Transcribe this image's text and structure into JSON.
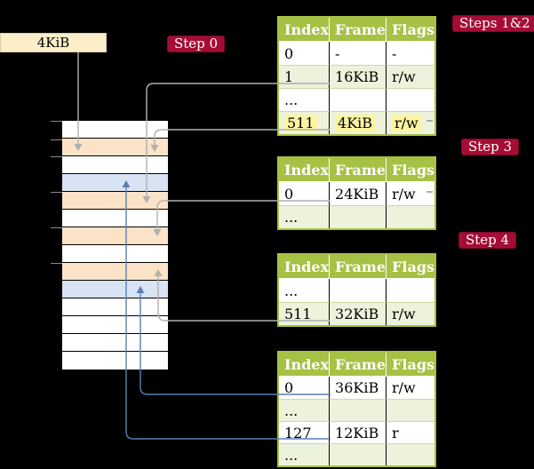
{
  "labels": {
    "frame_box": "4KiB",
    "step0": "Step 0",
    "steps12": "Steps 1&2",
    "step3": "Step 3",
    "step4": "Step 4"
  },
  "memory": {
    "rows": [
      "white",
      "peach",
      "white",
      "blue",
      "peach",
      "white",
      "peach",
      "white",
      "peach",
      "blue",
      "white",
      "white",
      "white",
      "white"
    ]
  },
  "tables": [
    {
      "name": "page-table-steps-1-2",
      "headers": [
        "Index",
        "Frame",
        "Flags"
      ],
      "rows": [
        {
          "cells": [
            "0",
            "-",
            "-"
          ],
          "bg": "white",
          "highlight": false
        },
        {
          "cells": [
            "1",
            "16KiB",
            "r/w"
          ],
          "bg": "green",
          "highlight": false
        },
        {
          "cells": [
            "...",
            "",
            ""
          ],
          "bg": "white",
          "highlight": false
        },
        {
          "cells": [
            "511",
            "4KiB",
            "r/w"
          ],
          "bg": "green",
          "highlight": true
        }
      ]
    },
    {
      "name": "page-table-step-3",
      "headers": [
        "Index",
        "Frame",
        "Flags"
      ],
      "rows": [
        {
          "cells": [
            "0",
            "24KiB",
            "r/w"
          ],
          "bg": "white",
          "highlight": false
        },
        {
          "cells": [
            "...",
            "",
            ""
          ],
          "bg": "green",
          "highlight": false
        }
      ]
    },
    {
      "name": "page-table-step-4",
      "headers": [
        "Index",
        "Frame",
        "Flags"
      ],
      "rows": [
        {
          "cells": [
            "...",
            "",
            ""
          ],
          "bg": "white",
          "highlight": false
        },
        {
          "cells": [
            "511",
            "32KiB",
            "r/w"
          ],
          "bg": "green",
          "highlight": false
        }
      ]
    },
    {
      "name": "page-table-final",
      "headers": [
        "Index",
        "Frame",
        "Flags"
      ],
      "rows": [
        {
          "cells": [
            "0",
            "36KiB",
            "r/w"
          ],
          "bg": "white",
          "highlight": false
        },
        {
          "cells": [
            "...",
            "",
            ""
          ],
          "bg": "green",
          "highlight": false
        },
        {
          "cells": [
            "127",
            "12KiB",
            "r"
          ],
          "bg": "white",
          "highlight": false
        },
        {
          "cells": [
            "...",
            "",
            ""
          ],
          "bg": "green",
          "highlight": false
        }
      ]
    }
  ],
  "colors": {
    "table_header_green": "#a6c144",
    "table_row_green": "#edf2dc",
    "highlight_yellow": "#fbf5a2",
    "memory_peach": "#fce3c7",
    "memory_blue": "#d8e4f4",
    "frame_box_cream": "#fbeec9",
    "step_label_red": "#a50d36",
    "arrow_gray": "#b0b0b0",
    "arrow_blue": "#5b7fb5"
  }
}
